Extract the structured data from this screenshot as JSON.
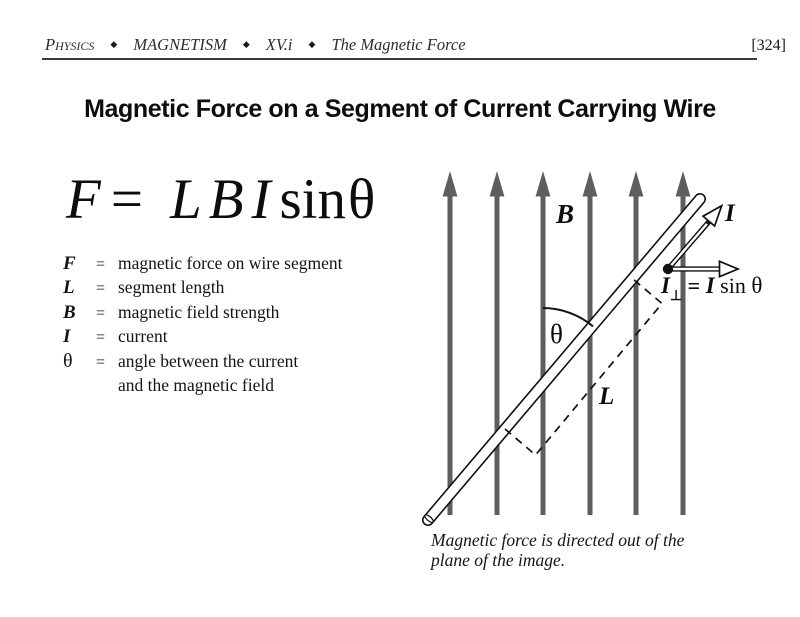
{
  "header": {
    "subject": "Physics",
    "separator": "◆",
    "topic": "MAGNETISM",
    "section": "XV.i",
    "subtitle": "The Magnetic Force",
    "page_number": "[324]"
  },
  "title": "Magnetic Force on a Segment of Current Carrying Wire",
  "formula": {
    "force": "F",
    "equals": "=",
    "length": "L",
    "field": "B",
    "current": "I",
    "sin": "sin",
    "theta": "θ"
  },
  "variables": {
    "rows": [
      {
        "symbol": "F",
        "eq": "=",
        "definition": "magnetic force on wire segment"
      },
      {
        "symbol": "L",
        "eq": "=",
        "definition": "segment length"
      },
      {
        "symbol": "B",
        "eq": "=",
        "definition": "magnetic field strength"
      },
      {
        "symbol": "I",
        "eq": "=",
        "definition": "current"
      },
      {
        "symbol": "θ",
        "eq": "=",
        "definition": "angle between the current",
        "definition2": "and the magnetic field"
      }
    ]
  },
  "diagram": {
    "field_label": "B",
    "current_label": "I",
    "angle_label": "θ",
    "length_label": "L",
    "component_label": {
      "i": "I",
      "sub": "⊥",
      "eq": " = ",
      "i2": "I",
      "func": " sin ",
      "theta": "θ"
    },
    "caption_line1": "Magnetic force is directed out of the",
    "caption_line2": "plane of the image.",
    "colors": {
      "field_arrow_gray": "#5e5e5e",
      "wire_outline": "#111111",
      "wire_fill": "#ffffff",
      "text": "#0d0d0d",
      "background": "#ffffff"
    }
  }
}
